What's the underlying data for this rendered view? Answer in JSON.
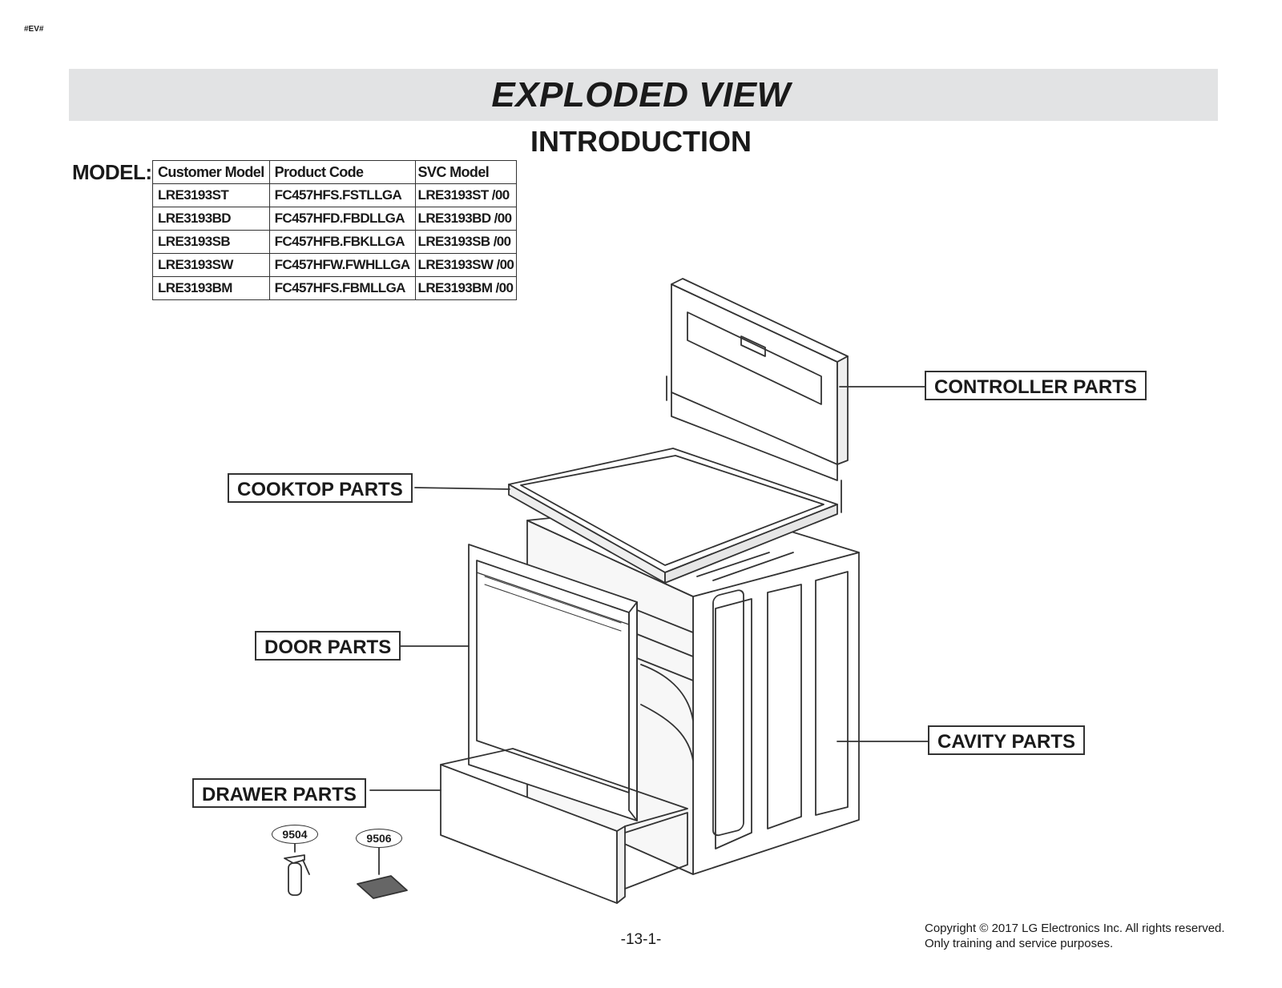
{
  "page_tag": "#EV#",
  "title": "EXPLODED VIEW",
  "subtitle": "INTRODUCTION",
  "model_label": "MODEL:",
  "model_table": {
    "headers": [
      "Customer Model",
      "Product Code",
      "SVC Model"
    ],
    "rows": [
      [
        "LRE3193ST",
        "FC457HFS.FSTLLGA",
        "LRE3193ST /00"
      ],
      [
        "LRE3193BD",
        "FC457HFD.FBDLLGA",
        "LRE3193BD /00"
      ],
      [
        "LRE3193SB",
        "FC457HFB.FBKLLGA",
        "LRE3193SB /00"
      ],
      [
        "LRE3193SW",
        "FC457HFW.FWHLLGA",
        "LRE3193SW /00"
      ],
      [
        "LRE3193BM",
        "FC457HFS.FBMLLGA",
        "LRE3193BM /00"
      ]
    ]
  },
  "callouts": {
    "controller": "CONTROLLER PARTS",
    "cooktop": "COOKTOP PARTS",
    "door": "DOOR PARTS",
    "cavity": "CAVITY PARTS",
    "drawer": "DRAWER PARTS"
  },
  "part_numbers": {
    "sprayer": "9504",
    "pad": "9506"
  },
  "footer": {
    "page_number": "-13-1-",
    "copyright_line1": "Copyright © 2017 LG Electronics Inc. All rights reserved.",
    "copyright_line2": "Only training and service purposes."
  }
}
